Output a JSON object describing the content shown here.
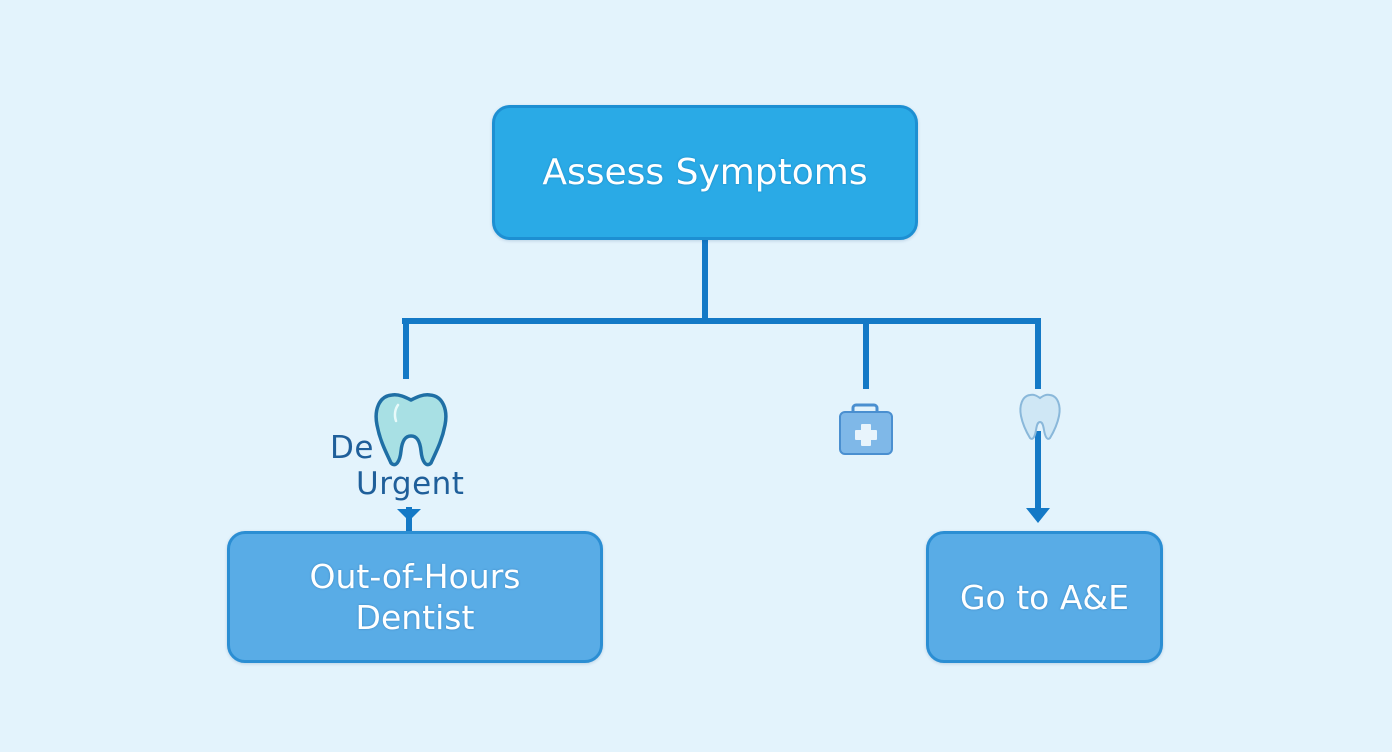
{
  "diagram": {
    "root": {
      "label": "Assess Symptoms"
    },
    "branches": [
      {
        "label": "Out-of-Hours\nDentist"
      },
      {
        "label": "Go to A&E"
      }
    ],
    "brand": {
      "line1": "De",
      "line2": "Urgent"
    },
    "icons": [
      {
        "name": "tooth-icon",
        "fill": "#a8e0e4",
        "stroke": "#1f6fa5"
      },
      {
        "name": "medical-kit-icon",
        "fill": "#7fb8e8",
        "stroke": "#4a8fd0"
      },
      {
        "name": "tooth-icon",
        "fill": "#cfe7f5",
        "stroke": "#8ab8da"
      }
    ],
    "colors": {
      "background": "#e3f3fc",
      "root_fill": "#2aaae6",
      "branch_fill": "#59ace6",
      "connector": "#1479c6"
    }
  }
}
